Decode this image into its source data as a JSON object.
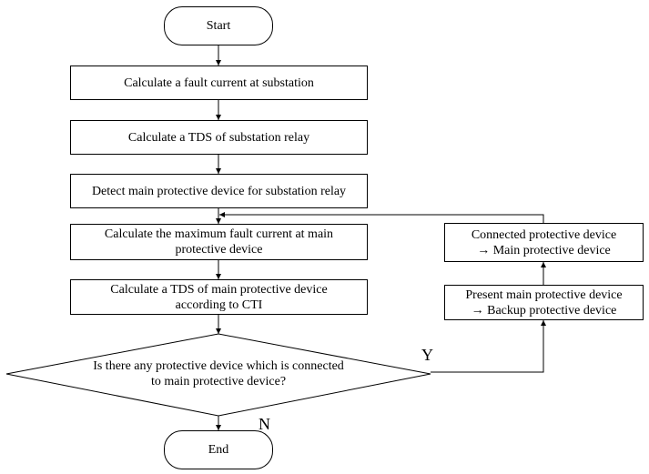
{
  "flowchart": {
    "start": "Start",
    "end": "End",
    "steps": [
      "Calculate a fault current at substation",
      "Calculate a TDS of substation relay",
      "Detect main protective device for substation relay",
      "Calculate the maximum fault current at main\nprotective device",
      "Calculate a TDS of main protective device\naccording to CTI"
    ],
    "decision": "Is there any protective device which is connected\nto main protective device?",
    "yes_label": "Y",
    "no_label": "N",
    "loop_steps": [
      "Present main protective device\n→ Backup protective device",
      "Connected protective device\n→ Main protective device"
    ]
  }
}
